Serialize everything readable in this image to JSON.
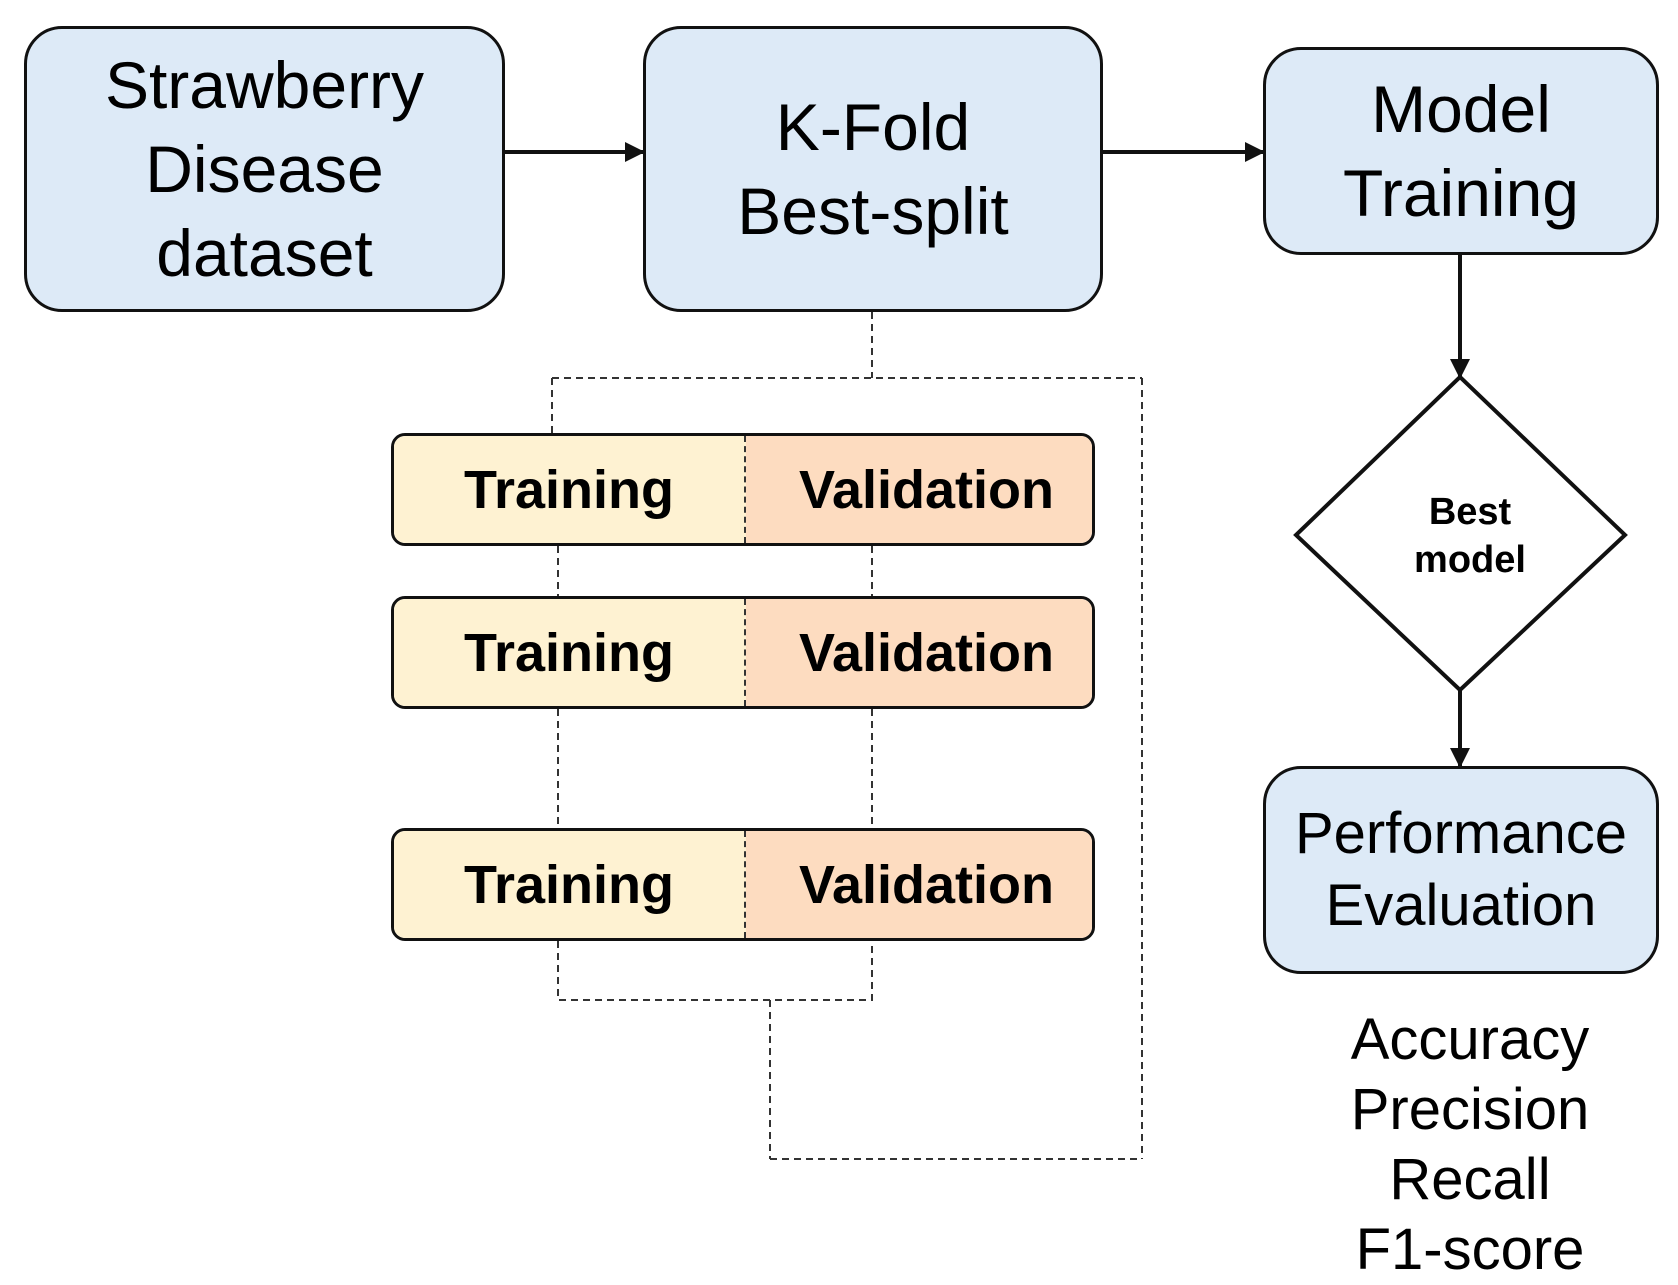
{
  "boxes": {
    "dataset": [
      "Strawberry",
      "Disease",
      "dataset"
    ],
    "kfold": [
      "K-Fold",
      "Best-split"
    ],
    "training": [
      "Model",
      "Training"
    ],
    "evaluation": [
      "Performance",
      "Evaluation"
    ]
  },
  "decision": [
    "Best",
    "model"
  ],
  "folds": [
    {
      "training": "Training",
      "validation": "Validation"
    },
    {
      "training": "Training",
      "validation": "Validation"
    },
    {
      "training": "Training",
      "validation": "Validation"
    }
  ],
  "metrics": [
    "Accuracy",
    "Precision",
    "Recall",
    "F1-score"
  ],
  "colors": {
    "box_fill": "#ddeaf7",
    "training_fill": "#fef2d2",
    "validation_fill": "#fddcc0",
    "stroke": "#111111"
  }
}
